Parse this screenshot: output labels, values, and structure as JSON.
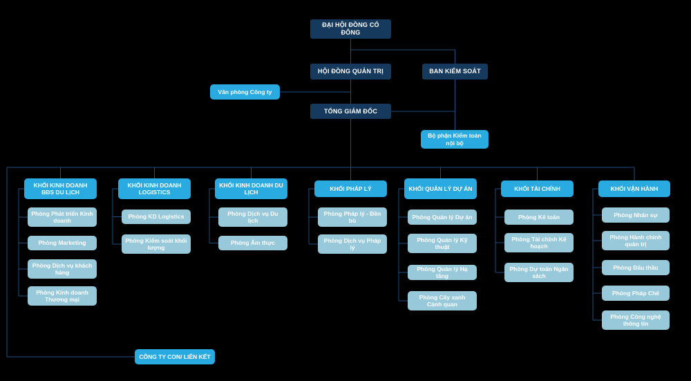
{
  "diagram_type": "org-chart",
  "nodes": {
    "shareholders": "ĐẠI HỘI ĐỒNG CỔ ĐÔNG",
    "board": "HỘI ĐỒNG QUẢN TRỊ",
    "supervisory": "BAN KIỂM SOÁT",
    "office": "Văn phòng Công ty",
    "ceo": "TỔNG GIÁM ĐỐC",
    "internal_audit": "Bộ phận Kiểm toán nội bộ",
    "subsidiaries": "CÔNG TY CON/ LIÊN KẾT"
  },
  "columns": [
    {
      "header": "KHỐI KINH DOANH BĐS DU LỊCH",
      "items": [
        "Phòng Phát triển Kinh doanh",
        "Phòng Marketing",
        "Phòng Dịch vụ khách hàng",
        "Phòng Kinh doanh Thương mại"
      ]
    },
    {
      "header": "KHỐI KINH DOANH LOGISTICS",
      "items": [
        "Phòng KD Logistics",
        "Phòng Kiểm soát khối lượng"
      ]
    },
    {
      "header": "KHỐI KINH DOANH DU LỊCH",
      "items": [
        "Phòng Dịch vụ Du lịch",
        "Phòng Ẩm thực"
      ]
    },
    {
      "header": "KHỐI PHÁP LÝ",
      "items": [
        "Phòng Pháp lý - Đền bù",
        "Phòng Dịch vụ Pháp lý"
      ]
    },
    {
      "header": "KHỐI QUẢN LÝ DỰ ÁN",
      "items": [
        "Phòng Quản lý Dự án",
        "Phòng Quản lý Kỹ thuật",
        "Phòng Quản lý Hạ tầng",
        "Phòng Cây xanh Cảnh quan"
      ]
    },
    {
      "header": "KHỐI TÀI CHÍNH",
      "items": [
        "Phòng Kế toán",
        "Phòng Tài chính Kế hoạch",
        "Phòng Dự toán Ngân sách"
      ]
    },
    {
      "header": "KHỐI VẬN HÀNH",
      "items": [
        "Phòng Nhân sự",
        "Phòng Hành chính quản trị",
        "Phòng Đấu thầu",
        "Phòng Pháp Chế",
        "Phòng Công nghệ thông tin"
      ]
    }
  ],
  "colors": {
    "background": "#000000",
    "navy_box": "#16395e",
    "bright_blue_box": "#29abe2",
    "light_blue_box": "#97c9db",
    "connector_line": "#1d4f82",
    "text": "#ffffff"
  }
}
